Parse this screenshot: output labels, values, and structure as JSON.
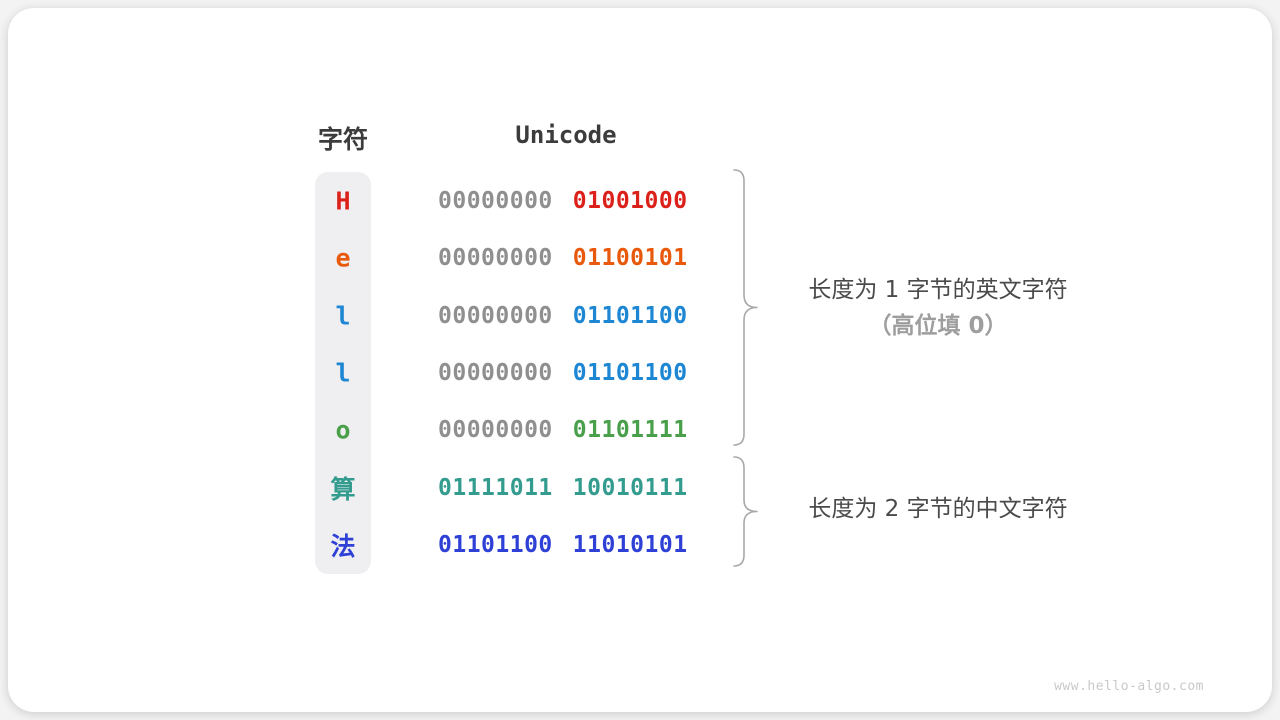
{
  "header": {
    "char_label": "字符",
    "unicode_label": "Unicode"
  },
  "rows": [
    {
      "char": "H",
      "char_color": "#dc201a",
      "byte1": "00000000",
      "byte1_color": "#8f8f8f",
      "byte2": "01001000",
      "byte2_color": "#dc201a"
    },
    {
      "char": "e",
      "char_color": "#e8590c",
      "byte1": "00000000",
      "byte1_color": "#8f8f8f",
      "byte2": "01100101",
      "byte2_color": "#e8590c"
    },
    {
      "char": "l",
      "char_color": "#1e87d3",
      "byte1": "00000000",
      "byte1_color": "#8f8f8f",
      "byte2": "01101100",
      "byte2_color": "#1e87d3"
    },
    {
      "char": "l",
      "char_color": "#1e87d3",
      "byte1": "00000000",
      "byte1_color": "#8f8f8f",
      "byte2": "01101100",
      "byte2_color": "#1e87d3"
    },
    {
      "char": "o",
      "char_color": "#4aa04a",
      "byte1": "00000000",
      "byte1_color": "#8f8f8f",
      "byte2": "01101111",
      "byte2_color": "#4aa04a"
    },
    {
      "char": "算",
      "char_color": "#349c8f",
      "byte1": "01111011",
      "byte1_color": "#349c8f",
      "byte2": "10010111",
      "byte2_color": "#349c8f"
    },
    {
      "char": "法",
      "char_color": "#2e40d5",
      "byte1": "01101100",
      "byte1_color": "#2e40d5",
      "byte2": "11010101",
      "byte2_color": "#2e40d5"
    }
  ],
  "annotations": {
    "english": {
      "line1": "长度为 1 字节的英文字符",
      "line2": "（高位填 0）"
    },
    "chinese": {
      "line1": "长度为 2 字节的中文字符"
    }
  },
  "watermark": "www.hello-algo.com",
  "palette": {
    "card_bg": "#ffffff",
    "page_bg": "#f2f3f2",
    "strip_bg": "#efeff1",
    "header_text": "#3c3c3c",
    "zero_padding_gray": "#8f8f8f",
    "annotation_text": "#4a4a4a",
    "annotation_muted": "#9e9e9e",
    "brace_stroke": "#a9a9a9"
  }
}
